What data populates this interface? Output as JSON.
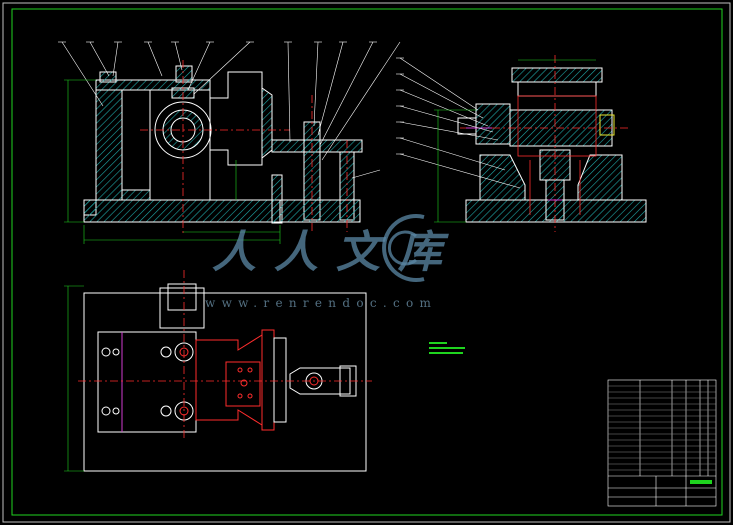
{
  "watermark": {
    "brand": "人人文库",
    "url": "www.renrendoc.com"
  },
  "colors": {
    "background": "#000000",
    "outline": "#ffffff",
    "hatch": "#1fa8a8",
    "centerline": "#ff2d2d",
    "dimension": "#1fd41f",
    "accent_magenta": "#d23bd2",
    "accent_yellow": "#e8e830",
    "watermark": "#5b88a6"
  },
  "icons": {
    "watermark_logo": "circle-arc-logo"
  }
}
